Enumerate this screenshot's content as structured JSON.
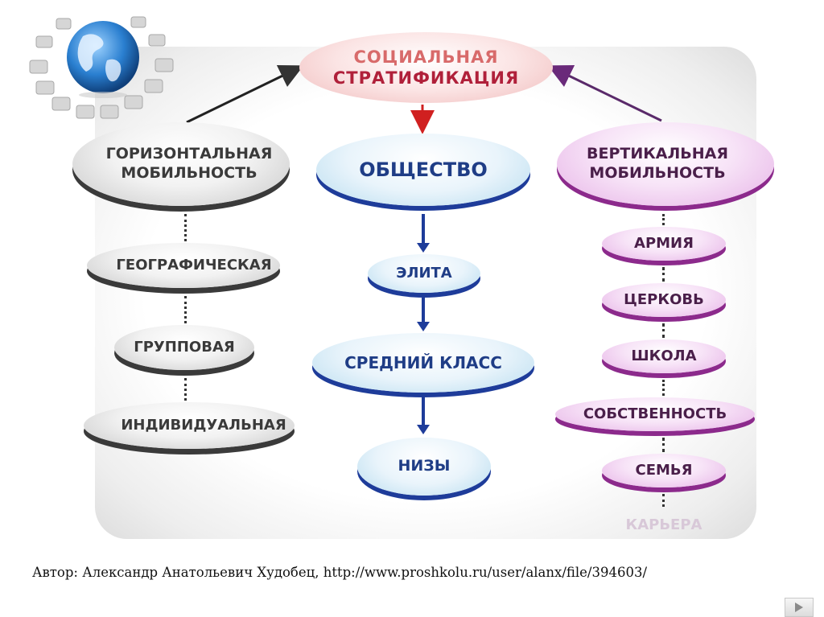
{
  "top": {
    "line1": "СОЦИАЛЬНАЯ",
    "line2": "СТРАТИФИКАЦИЯ"
  },
  "left": {
    "header": "ГОРИЗОНТАЛЬНАЯ МОБИЛЬНОСТЬ",
    "items": [
      "ГЕОГРАФИЧЕСКАЯ",
      "ГРУППОВАЯ",
      "ИНДИВИДУАЛЬНАЯ"
    ]
  },
  "center": {
    "header": "ОБЩЕСТВО",
    "items": [
      "ЭЛИТА",
      "СРЕДНИЙ КЛАСС",
      "НИЗЫ"
    ]
  },
  "right": {
    "header": "ВЕРТИКАЛЬНАЯ МОБИЛЬНОСТЬ",
    "items": [
      "АРМИЯ",
      "ЦЕРКОВЬ",
      "ШКОЛА",
      "СОБСТВЕННОСТЬ",
      "СЕМЬЯ",
      "КАРЬЕРА"
    ]
  },
  "colors": {
    "grey_shadow": "#3a3a3a",
    "blue": "#1e3c9a",
    "pink": "#8c2a8c",
    "red": "#b0203a"
  },
  "footer": {
    "text": "Автор: Александр Анатольевич Худобец, http://www.proshkolu.ru/user/alanx/file/394603/"
  },
  "icons": {
    "globe": "globe-icon",
    "next": "next-slide-icon"
  }
}
